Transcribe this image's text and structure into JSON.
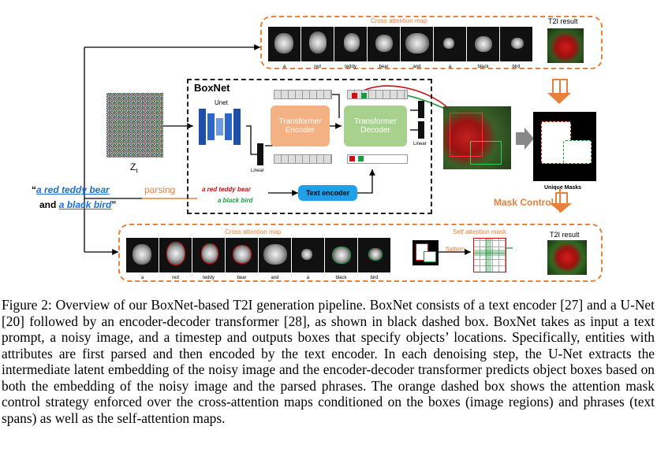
{
  "figure": {
    "top_panel_title": "Cross attention map",
    "top_tokens": [
      "a",
      "red",
      "teddy",
      "bear",
      "and",
      "a",
      "black",
      "bird"
    ],
    "t2i_result_label": "T2I result",
    "noise_label": "Z",
    "noise_label_sub": "t",
    "boxnet_label": "BoxNet",
    "unet_label": "Unet",
    "linear_label_left": "Linear",
    "linear_label_right": "Linear",
    "transformer_encoder_label": "Transformer\nEncoder",
    "transformer_decoder_label": "Transformer\nDecoder",
    "text_encoder_label": "Text encoder",
    "prompt_prefix": "“",
    "prompt_part1": "a red teddy bear",
    "prompt_and": "and",
    "prompt_part2": "a black bird",
    "prompt_suffix": "”",
    "parsing_label": "parsing",
    "parsed_phrase1": "a red teddy bear",
    "parsed_phrase2": "a black bird",
    "unique_masks_label": "Unique Masks",
    "mask_control_label": "Mask Control",
    "bottom_panel_title": "Cross attention map",
    "bottom_tokens": [
      "a",
      "red",
      "teddy",
      "bear",
      "and",
      "a",
      "black",
      "bird"
    ],
    "self_attention_label": "Self attention mask",
    "flattern_label": "flattern",
    "t2i_result_label_bottom": "T2I result",
    "colors": {
      "orange": "#e8803a",
      "red": "#cc1010",
      "green": "#1a9a3a",
      "blue": "#1a6fd8"
    }
  },
  "caption": "Figure 2: Overview of our BoxNet-based T2I generation pipeline. BoxNet consists of a text encoder [27] and a U-Net [20] followed by an encoder-decoder transformer [28], as shown in black dashed box. BoxNet takes as input a text prompt, a noisy image, and a timestep and outputs boxes that specify objects’ locations. Specifically, entities with attributes are first parsed and then encoded by the text encoder. In each denoising step, the U-Net extracts the intermediate latent embedding of the noisy image and the encoder-decoder transformer predicts object boxes based on both the embedding of the noisy image and the parsed phrases. The orange dashed box shows the attention mask control strategy enforced over the cross-attention maps conditioned on the boxes (image regions) and phrases (text spans) as well as the self-attention maps."
}
